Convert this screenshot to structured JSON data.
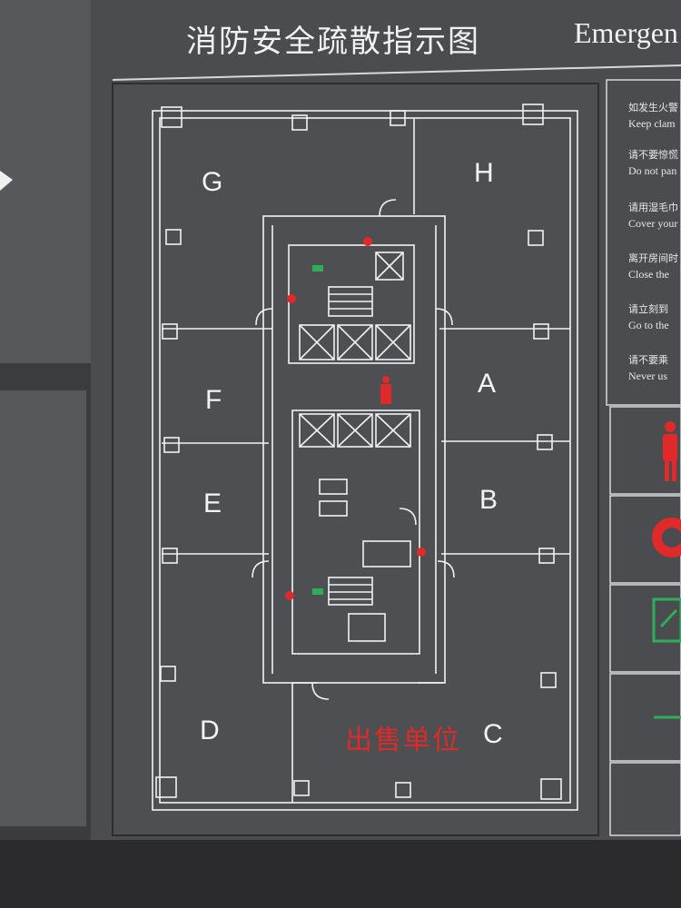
{
  "sign": {
    "title_zh": "消防安全疏散指示图",
    "title_en": "Emergen"
  },
  "instructions": [
    {
      "zh": "如发生火警",
      "en": "Keep clam"
    },
    {
      "zh": "请不要惊慌",
      "en": "Do not pan"
    },
    {
      "zh": "请用湿毛巾",
      "en": "Cover your"
    },
    {
      "zh": "离开房间时",
      "en": "Close the"
    },
    {
      "zh": "请立刻到",
      "en": "Go to the"
    },
    {
      "zh": "请不要乘",
      "en": "Never us"
    }
  ],
  "units": {
    "a": "A",
    "b": "B",
    "c": "C",
    "d": "D",
    "e": "E",
    "f": "F",
    "g": "G",
    "h": "H"
  },
  "sale_label": "出售单位",
  "colors": {
    "panel": "#4a4c4f",
    "line": "#f2f2f2",
    "red": "#e02a2a",
    "green": "#2fae5a"
  },
  "icons": [
    "person-icon",
    "fire-extinguisher-icon",
    "exit-icon",
    "arrow-right-icon"
  ]
}
